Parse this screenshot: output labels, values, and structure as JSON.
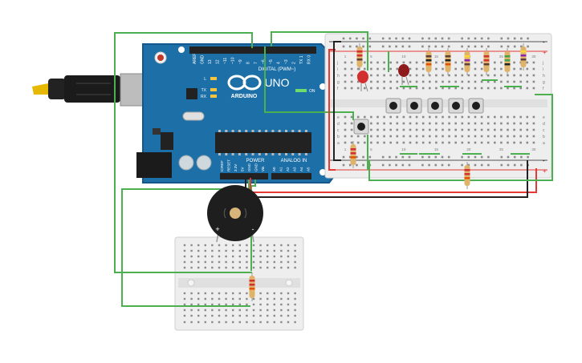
{
  "canvas": {
    "background": "#ffffff"
  },
  "arduino": {
    "brand": "ARDUINO",
    "model": "UNO",
    "digital_header": "DIGITAL (PWM~)",
    "pin_labels": [
      "AREF",
      "GND",
      "13",
      "12",
      "~11",
      "~10",
      "~9",
      "8",
      "7",
      "~6",
      "~5",
      "4",
      "~3",
      "2",
      "TX 1",
      "RX 0"
    ],
    "led_labels": [
      "L",
      "TX",
      "RX"
    ],
    "on_label": "ON",
    "power_header": "POWER",
    "power_pins": [
      "IOREF",
      "RESET",
      "3.3V",
      "5V",
      "GND",
      "GND",
      "Vin"
    ],
    "analog_header": "ANALOG IN",
    "analog_pins": [
      "A0",
      "A1",
      "A2",
      "A3",
      "A4",
      "A5"
    ],
    "colors": {
      "board": "#1d6fa8",
      "board_edge": "#15578a",
      "chip": "#222222",
      "usb_cable": "#222222"
    }
  },
  "breadboard_main": {
    "rows_top": [
      "j",
      "i",
      "h",
      "g",
      "f"
    ],
    "rows_bottom": [
      "e",
      "d",
      "c",
      "b",
      "a"
    ],
    "column_numbers": [
      "1",
      "5",
      "10",
      "15",
      "20",
      "25",
      "30"
    ],
    "rail_plus": "+",
    "rail_minus": "-"
  },
  "buzzer": {
    "plus_label": "+",
    "minus_label": "-"
  },
  "wire_colors": {
    "green": "#4caf50",
    "red": "#e53935",
    "black": "#222222"
  }
}
